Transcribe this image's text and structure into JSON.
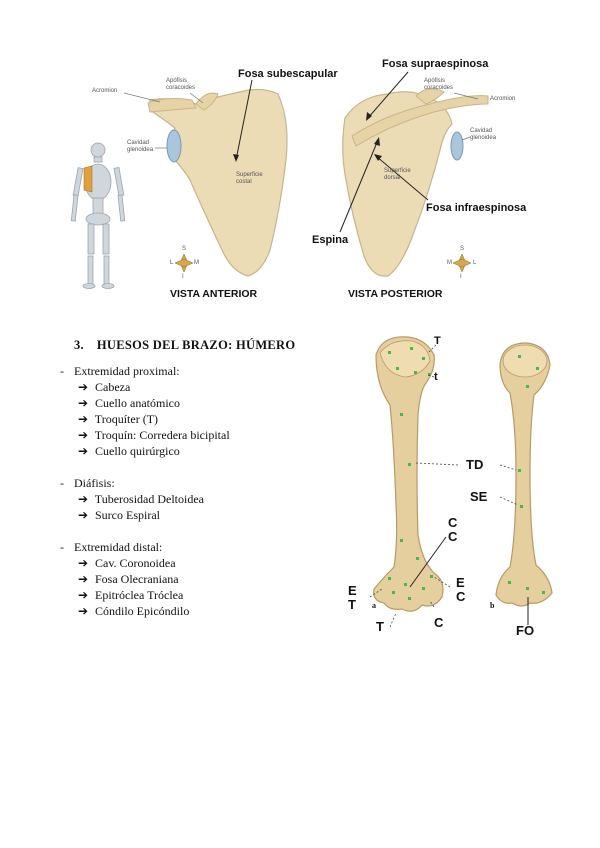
{
  "scapula_figure": {
    "anterior": {
      "acromion": "Acromion",
      "apofisis_coracoides": "Apófisis coracoides",
      "fosa_subescapular": "Fosa subescapular",
      "cavidad_glenoidea": "Cavidad glenoidea",
      "superficie_costal": "Superficie costal",
      "compass": {
        "s": "S",
        "l": "L",
        "m": "M",
        "i": "I"
      },
      "caption": "VISTA ANTERIOR"
    },
    "posterior": {
      "fosa_supraespinosa": "Fosa supraespinosa",
      "apofisis_coracoides": "Apófisis coracoides",
      "acromion": "Acromion",
      "cavidad_glenoidea": "Cavidad glenoidea",
      "superficie_dorsal": "Superficie dorsal",
      "fosa_infraespinosa": "Fosa infraespinosa",
      "espina": "Espina",
      "compass": {
        "s": "S",
        "m": "M",
        "l": "L",
        "i": "I"
      },
      "caption": "VISTA POSTERIOR"
    }
  },
  "section": {
    "number": "3.",
    "title": "HUESOS DEL BRAZO: HÚMERO",
    "groups": [
      {
        "heading": "Extremidad proximal:",
        "items": [
          "Cabeza",
          "Cuello anatómico",
          "Troquíter (T)",
          "Troquín: Corredera bicipital",
          "Cuello quirúrgico"
        ]
      },
      {
        "heading": "Diáfisis:",
        "items": [
          "Tuberosidad Deltoidea",
          "Surco Espiral"
        ]
      },
      {
        "heading": "Extremidad distal:",
        "items": [
          "Cav. Coronoidea",
          "Fosa Olecraniana",
          "Epitróclea Tróclea",
          "Cóndilo Epicóndilo"
        ]
      }
    ],
    "bullet": "-",
    "arrow": "➔"
  },
  "humerus_figure": {
    "labels": {
      "T_top": "T",
      "t": "t",
      "TD": "TD",
      "SE": "SE",
      "C1": "C",
      "C2": "C",
      "E_left": "E",
      "T_left": "T",
      "E_right": "E",
      "C_right": "C",
      "T_bottom": "T",
      "C_bottom": "C",
      "a": "a",
      "b": "b",
      "FO": "FO"
    }
  },
  "colors": {
    "bone": "#ecdcb6",
    "bone_shadow": "#c9b48a",
    "glenoid": "#a9c6dc",
    "marker": "#48b848",
    "skeleton": "#cfd6dc",
    "skeleton_highlight": "#e0a040"
  }
}
